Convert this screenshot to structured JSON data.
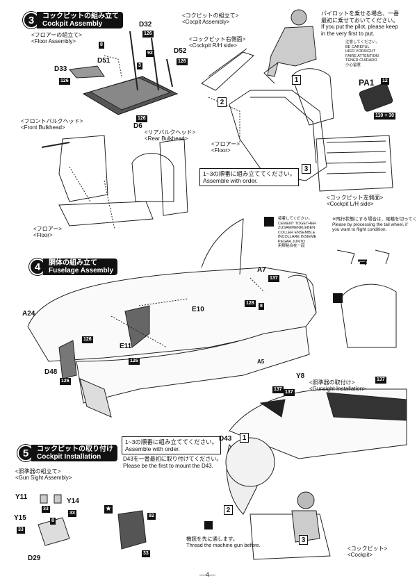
{
  "steps": {
    "s3": {
      "num": "3",
      "jp": "コックピットの組み立て",
      "en": "Cockpit Assembly"
    },
    "s4": {
      "num": "4",
      "jp": "胴体の組み立て",
      "en": "Fuselage Assembly"
    },
    "s5": {
      "num": "5",
      "jp": "コックピットの取り付け",
      "en": "Cockpit Installation"
    }
  },
  "labels": {
    "floor_assembly": "<フロアーの組立て>\n<Floor Assembly>",
    "cockpit_assembly_top": "<コクピットの組立て>\n<Cocpit Assembly>",
    "cockpit_rh": "<コックピット右側面>\n<Cockpit R/H side>",
    "front_bulkhead": "<フロントバルクヘッド>\n<Front Bulkhead>",
    "rear_bulkhead": "<リアバルクヘッド>\n<Rear Bulkhead>",
    "floor_mid": "<フロアー>\n<Floor>",
    "floor_low": "<フロアー>\n<Floor>",
    "cockpit_lh": "<コックピット左側面>\n<Cockpit L/H side>",
    "gunsight_installation": "<照準器の取付け>\n<Gunsight Installation>",
    "gun_sight_assembly": "<照準器の組立て>\n<Gun Sight Assembly>",
    "cockpit_bottom": "<コックピット>\n<Cockpit>",
    "tail_wheel_note": "※飛行状態にする場合は、尾輪を切ってください。\nPlease by processing the tail wheel, if\nyou want to flight condition.",
    "pilot_note": "パイロットを乗せる場合、一番\n最初に乗せておいてください。\nIf you put the pilot, please keep\nin the very first to put.",
    "caution_note": "注意してください。\nBE CAREFUL\nHIER VORSICHT\nFAIRE ATTENTION\nTENER CUIDADO\n小心留意",
    "cement_note": "接着してください。\nCEMENT TOGETHER\nZUSAMMENKLEBEN\nCOLLER ENSEMBLE\nINCOLLARE INSIEME\nPEGAR JUNTO\n用膠粘合在一起",
    "machine_gun_note": "機銃を先に通します。\nThread the machine gun before.",
    "page_number": "—4—"
  },
  "boxes": {
    "order_note_1": "1~3の順番に組み立ててください。\nAssemble with order.",
    "order_note_2": "1~3の順番に組み立ててください。\nAssemble with order.",
    "d43_note": "D43を一番最初に取り付けてください。\nPlease be the first to mount the D43."
  },
  "parts": {
    "D32": "D32",
    "D51": "D51",
    "D52": "D52",
    "D33": "D33",
    "D6": "D6",
    "PA1": "PA1",
    "A7": "A7",
    "E10": "E10",
    "E11": "E11",
    "A24": "A24",
    "D48": "D48",
    "A5": "A5",
    "Y8": "Y8",
    "D43": "D43",
    "Y11": "Y11",
    "Y14": "Y14",
    "Y15": "Y15",
    "D29": "D29"
  },
  "tags": {
    "t126a": "126",
    "t8a": "8",
    "t3a": "3",
    "t92a": "92",
    "t126b": "126",
    "t126c": "126",
    "t126d": "126",
    "t12": "12",
    "t110": "110 + 30",
    "t137a": "137",
    "t8b": "8",
    "t128": "128",
    "t126e": "126",
    "t126f": "126",
    "t126g": "126",
    "t137b": "137",
    "t137c": "137",
    "t137d": "137",
    "t33a": "33",
    "t33b": "33",
    "t33c": "33",
    "t8c": "8",
    "t92b": "92",
    "t33d": "33"
  },
  "seq": {
    "one": "1",
    "two": "2",
    "three": "3"
  }
}
